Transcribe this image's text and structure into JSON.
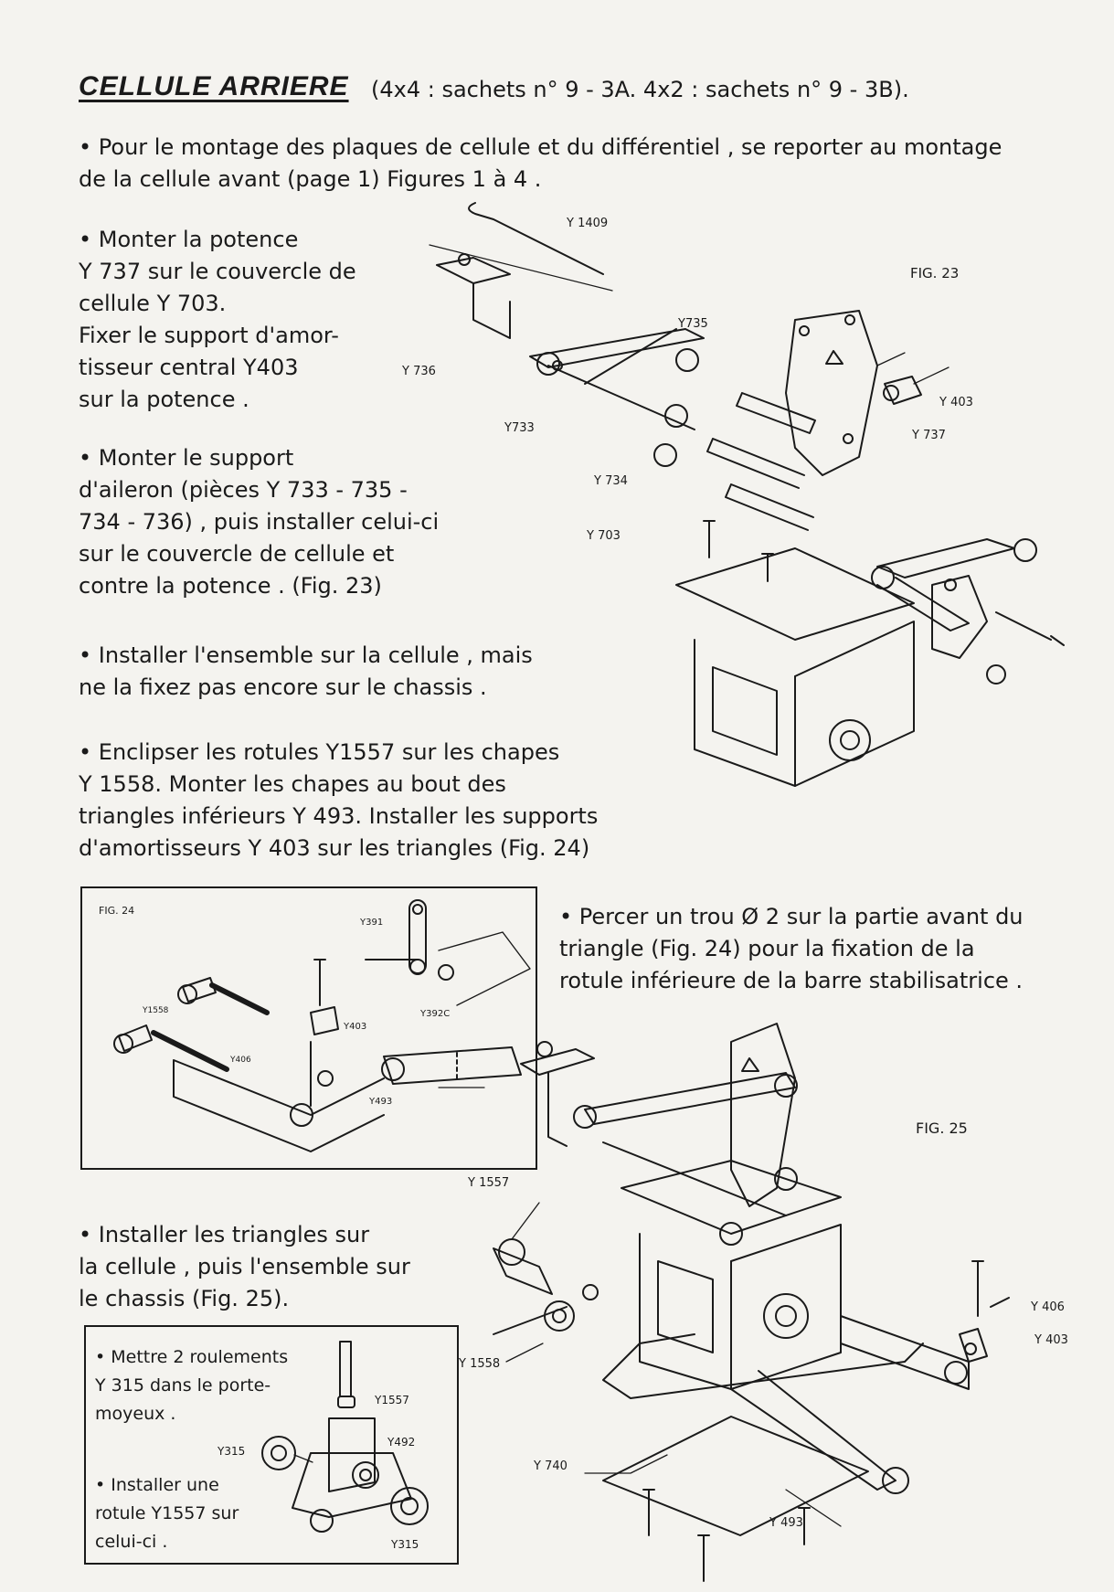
{
  "header": {
    "title": "CELLULE ARRIERE",
    "subtitle": "(4x4 : sachets n° 9 - 3A. 4x2 : sachets n° 9 - 3B)."
  },
  "intro": [
    "• Pour le montage des plaques de cellule et du différentiel , se reporter au montage",
    "de la cellule avant (page 1) Figures 1 à 4 ."
  ],
  "step_potence": [
    "• Monter la potence",
    "Y 737 sur le couvercle de",
    "cellule Y 703.",
    "Fixer le support d'amor-",
    "tisseur central Y403",
    "sur la potence ."
  ],
  "step_aileron": [
    "• Monter le support",
    "d'aileron (pièces Y 733 - 735 -",
    "734 - 736) , puis installer celui-ci",
    "sur le couvercle de cellule et",
    "contre la potence . (Fig. 23)"
  ],
  "step_ensemble": [
    "• Installer l'ensemble sur la cellule , mais",
    "ne la fixez pas encore sur le chassis ."
  ],
  "step_rotules": [
    "• Enclipser les rotules Y1557 sur les chapes",
    "Y 1558. Monter les chapes au bout des",
    "triangles inférieurs Y 493. Installer les supports",
    "d'amortisseurs Y 403 sur les triangles (Fig. 24)"
  ],
  "step_percer": [
    "• Percer un trou Ø 2 sur la partie avant du",
    "triangle (Fig. 24) pour la fixation de la",
    "rotule inférieure de la barre stabilisatrice ."
  ],
  "step_triangles": [
    "• Installer les triangles sur",
    "la cellule , puis l'ensemble sur",
    "le chassis (Fig. 25)."
  ],
  "box_roulements": [
    "• Mettre 2 roulements",
    "Y 315 dans le porte-",
    "moyeux ."
  ],
  "box_rotule": [
    "• Installer une",
    "rotule Y1557 sur",
    "celui-ci ."
  ],
  "fig23": {
    "label": "FIG. 23",
    "parts": [
      "Y 1409",
      "Y735",
      "Y 403",
      "Y 737",
      "Y 736",
      "Y733",
      "Y 734",
      "Y 703"
    ]
  },
  "fig24": {
    "label": "FIG. 24",
    "parts": [
      "Y391",
      "Y1558",
      "Y403",
      "Y392C",
      "Y406",
      "Y493"
    ]
  },
  "fig25": {
    "label": "FIG. 25",
    "parts": [
      "Y 1557",
      "Y 1558",
      "Y 740",
      "Y 406",
      "Y 403",
      "Y 493"
    ]
  },
  "fig_box": {
    "parts": [
      "Y1557",
      "Y492",
      "Y315",
      "Y315"
    ]
  }
}
